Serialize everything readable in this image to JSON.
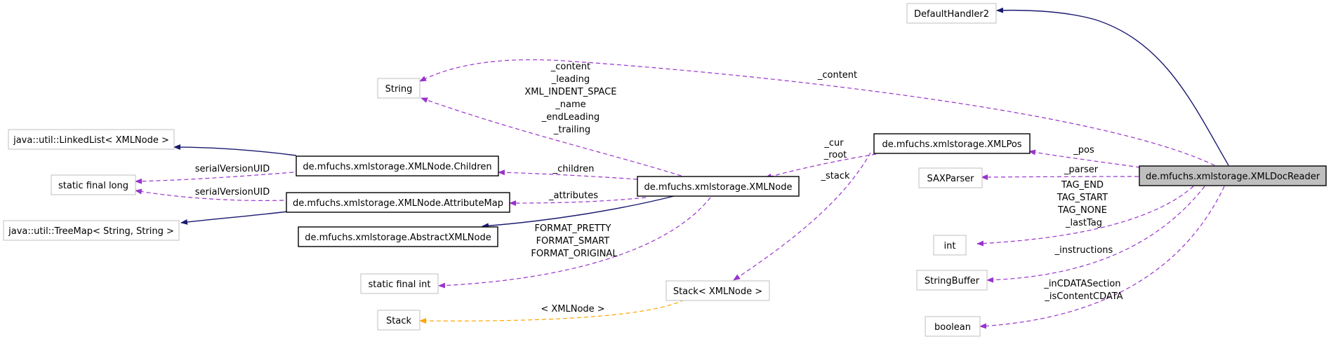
{
  "nodes": {
    "default_handler2": "DefaultHandler2",
    "string": "String",
    "linked_list": "java::util::LinkedList< XMLNode >",
    "static_final_long": "static final long",
    "tree_map": "java::util::TreeMap< String, String >",
    "children": "de.mfuchs.xmlstorage.XMLNode.Children",
    "attribute_map": "de.mfuchs.xmlstorage.XMLNode.AttributeMap",
    "abstract_xml_node": "de.mfuchs.xmlstorage.AbstractXMLNode",
    "xml_node": "de.mfuchs.xmlstorage.XMLNode",
    "xml_pos": "de.mfuchs.xmlstorage.XMLPos",
    "sax_parser": "SAXParser",
    "xml_doc_reader": "de.mfuchs.xmlstorage.XMLDocReader",
    "int": "int",
    "string_buffer": "StringBuffer",
    "boolean": "boolean",
    "static_final_int": "static final int",
    "stack_xml_node": "Stack< XMLNode >",
    "stack": "Stack"
  },
  "edge_labels": {
    "string_fields": [
      "_content",
      "_leading",
      "XML_INDENT_SPACE",
      "_name",
      "_endLeading",
      "_trailing"
    ],
    "content": "_content",
    "children": "_children",
    "attributes": "_attributes",
    "serial_1": "serialVersionUID",
    "serial_2": "serialVersionUID",
    "cur_root": [
      "_cur",
      "_root"
    ],
    "stack_field": "_stack",
    "pos": "_pos",
    "parser": "_parser",
    "int_fields": [
      "TAG_END",
      "TAG_START",
      "TAG_NONE",
      "_lastTag"
    ],
    "instructions": "_instructions",
    "boolean_fields": [
      "_inCDATASection",
      "_isContentCDATA"
    ],
    "format_fields": [
      "FORMAT_PRETTY",
      "FORMAT_SMART",
      "FORMAT_ORIGINAL"
    ],
    "template_arg": "< XMLNode >"
  },
  "colors": {
    "inheritance": "#191970",
    "usage": "#9a32cd",
    "template": "#ffa500",
    "external_border": "#bfbfbf",
    "focus_fill": "#bfbfbf"
  }
}
